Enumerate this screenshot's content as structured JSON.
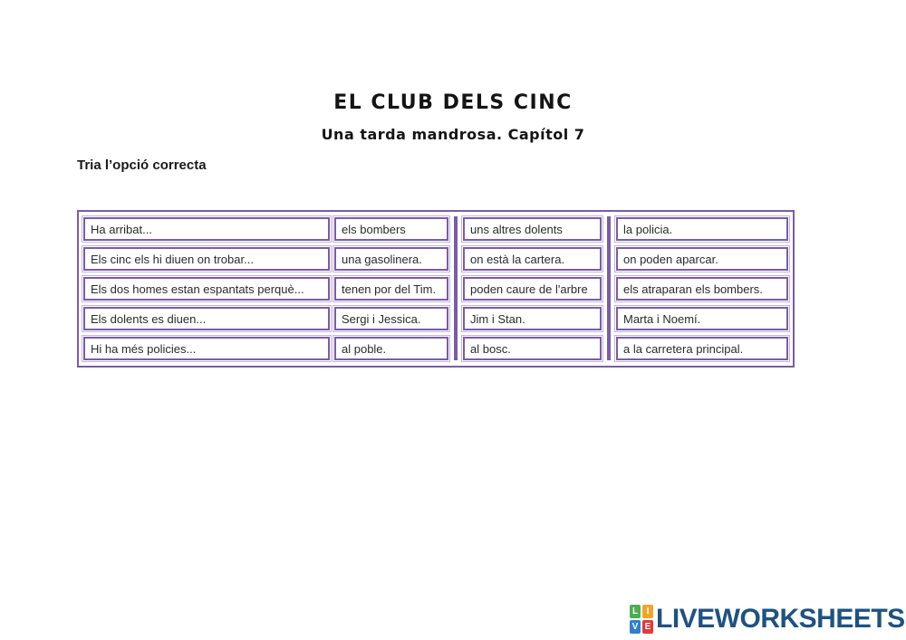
{
  "title": "EL CLUB DELS CINC",
  "subtitle": "Una tarda mandrosa. Capítol 7",
  "instruction": "Tria l’opció correcta",
  "worksheet": {
    "rows": [
      {
        "question": "Ha arribat...",
        "options": [
          "els bombers",
          "uns altres dolents",
          "la policia."
        ]
      },
      {
        "question": "Els cinc els hi diuen on trobar...",
        "options": [
          "una gasolinera.",
          "on està la cartera.",
          "on poden aparcar."
        ]
      },
      {
        "question": "Els dos homes estan espantats perquè...",
        "options": [
          "tenen por del Tim.",
          "poden caure de l'arbre",
          "els atraparan els bombers."
        ]
      },
      {
        "question": "Els dolents es diuen...",
        "options": [
          "Sergi i Jessica.",
          "Jim i Stan.",
          "Marta i Noemí."
        ]
      },
      {
        "question": "Hi ha més policies...",
        "options": [
          "al poble.",
          "al bosc.",
          "a la carretera principal."
        ]
      }
    ]
  },
  "footer": {
    "logo_text": "LIVEWORKSHEETS",
    "logo_squares": [
      {
        "letter": "L",
        "color": "#4caf50"
      },
      {
        "letter": "I",
        "color": "#f2a42a"
      },
      {
        "letter": "V",
        "color": "#2f80d0"
      },
      {
        "letter": "E",
        "color": "#e53935"
      }
    ]
  },
  "colors": {
    "table_border": "#7b5ca8",
    "cell_halo": "#c3b4d8",
    "logo_text": "#1f5280"
  }
}
